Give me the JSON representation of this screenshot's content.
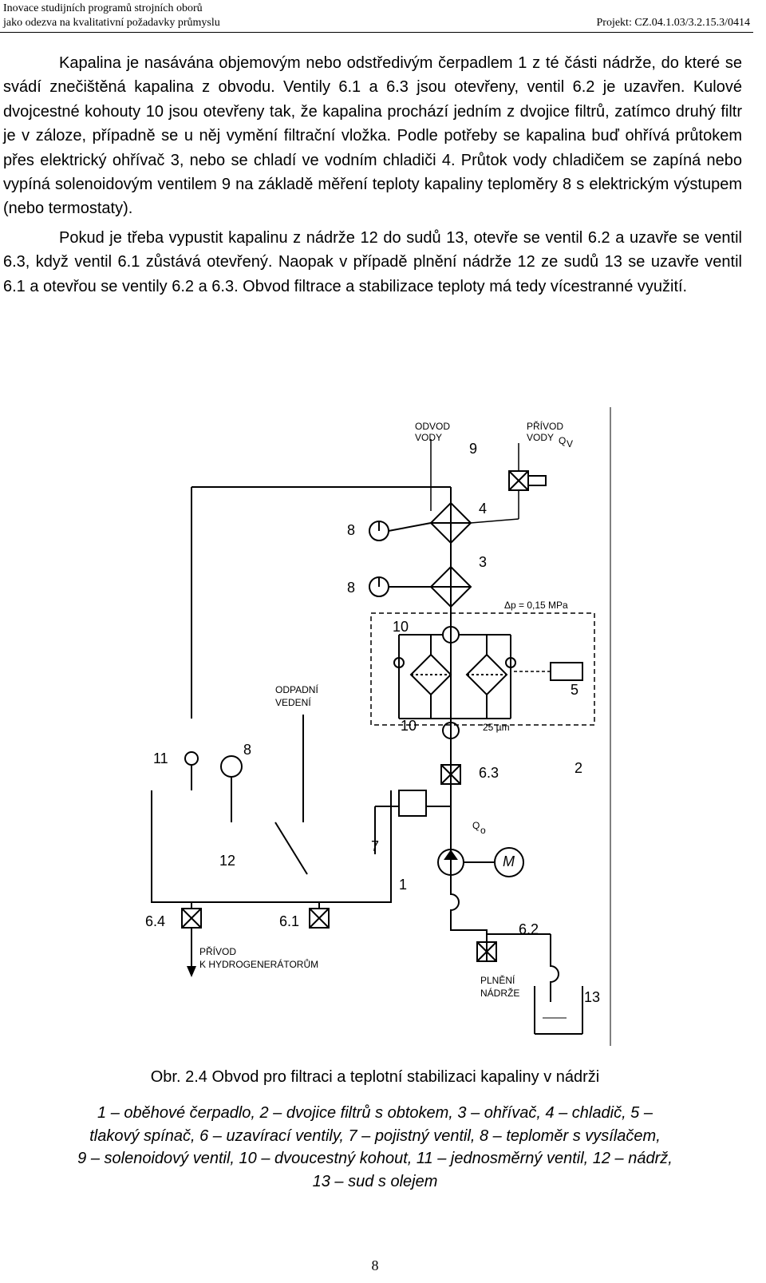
{
  "header": {
    "line1": "Inovace studijních programů strojních oborů",
    "line2": "jako odezva na kvalitativní požadavky průmyslu",
    "project": "Projekt: CZ.04.1.03/3.2.15.3/0414"
  },
  "text": {
    "p1": "Kapalina je nasávána objemovým nebo odstředivým čerpadlem 1 z té části nádrže, do které se svádí znečištěná kapalina z obvodu. Ventily 6.1 a 6.3 jsou otevřeny, ventil 6.2 je uzavřen. Kulové dvojcestné kohouty 10 jsou otevřeny tak, že kapalina prochází jedním z dvojice filtrů, zatímco druhý filtr je v záloze, případně se u něj vymění filtrační vložka. Podle potřeby se kapalina buď ohřívá průtokem přes elektrický ohřívač 3, nebo se chladí ve vodním chladiči 4. Průtok vody chladičem se zapíná nebo vypíná solenoidovým ventilem 9 na základě měření teploty kapaliny teploměry 8 s elektrickým výstupem (nebo termostaty).",
    "p2": "Pokud je třeba vypustit kapalinu z nádrže 12 do sudů 13, otevře se ventil 6.2 a uzavře se ventil 6.3, když ventil 6.1 zůstává otevřený. Naopak v případě plnění nádrže 12 ze sudů 13 se uzavře ventil 6.1 a otevřou se ventily 6.2 a 6.3. Obvod filtrace a stabilizace teploty má tedy vícestranné využití."
  },
  "figure": {
    "labels": {
      "odvod": [
        "ODVOD",
        "VODY"
      ],
      "privod": [
        "PŘÍVOD",
        "VODY"
      ],
      "qv": "Q",
      "qv_sub": "V",
      "n9": "9",
      "n4": "4",
      "n8a": "8",
      "n8b": "8",
      "n3": "3",
      "dp": "Δp = 0,15 MPa",
      "n10a": "10",
      "n5": "5",
      "odpadni": [
        "ODPADNÍ",
        "VEDENÍ"
      ],
      "n10b": "10",
      "filter": "25 µm",
      "n11": "11",
      "n8c": "8",
      "n63": "6.3",
      "n2": "2",
      "qo": "Q",
      "qo_sub": "o",
      "n12": "12",
      "n7": "7",
      "motor": "M",
      "n1": "1",
      "n64": "6.4",
      "n61": "6.1",
      "n62": "6.2",
      "privod_hg": [
        "PŘÍVOD",
        "K HYDROGENERÁTORŮM"
      ],
      "plneni": [
        "PLNĚNÍ",
        "NÁDRŽE"
      ],
      "n13": "13"
    }
  },
  "caption": "Obr. 2.4 Obvod pro filtraci a teplotní stabilizaci kapaliny v nádrži",
  "legend": {
    "l1": "1 – oběhové čerpadlo, 2 – dvojice filtrů s obtokem, 3 – ohřívač, 4 – chladič, 5 –",
    "l2": "tlakový spínač, 6 – uzavírací ventily, 7 – pojistný ventil, 8 – teploměr s vysílačem,",
    "l3": "9 – solenoidový ventil, 10 – dvoucestný kohout, 11 – jednosměrný ventil, 12 – nádrž,",
    "l4": "13 – sud s olejem"
  },
  "page_number": "8"
}
